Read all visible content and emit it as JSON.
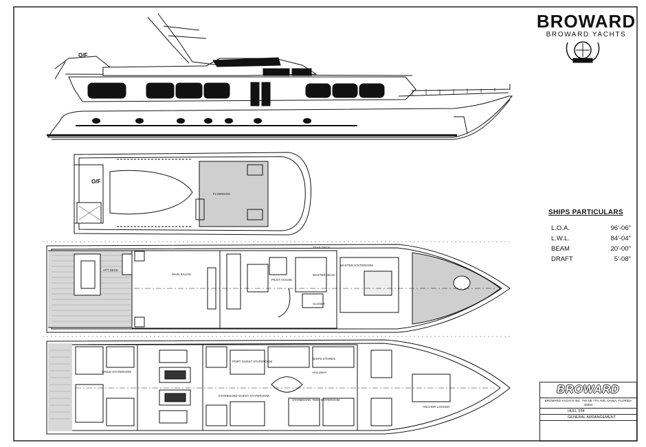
{
  "brand": {
    "title": "BROWARD",
    "subtitle": "BROWARD YACHTS"
  },
  "particulars": {
    "heading": "SHIPS PARTICULARS",
    "rows": [
      {
        "label": "L.O.A.",
        "value": "96'-06\""
      },
      {
        "label": "L.W.L.",
        "value": "84'-04\""
      },
      {
        "label": "BEAM",
        "value": "20'-00\""
      },
      {
        "label": "DRAFT",
        "value": "5'-08\""
      }
    ]
  },
  "title_block": {
    "name": "BROWARD",
    "address": "BROWARD YACHTS INC. 750 NE 7TH AVE. DANIA, FLORIDA 33004",
    "hull": "HULL 554",
    "sheet": "GENERAL ARRANGEMENT"
  },
  "annotations": {
    "of_profile": "O/F",
    "of_flybridge": "O/F",
    "flybridge": "FLYBRIDGE",
    "teak_deck": "TEAK DECK",
    "aft_deck": "AFT DECK",
    "main_salon": "MAIN SALON",
    "pilot_house": "PILOT HOUSE",
    "master_head": "MASTER HEAD",
    "master_stateroom": "MASTER STATEROOM",
    "closet": "CLOSET",
    "crew_stateroom": "CREW STATEROOM",
    "ships_stores": "SHIPS STORES",
    "hallway": "HALLWAY",
    "port_guest": "PORT GUEST STATEROOM",
    "starboard_guest": "STARBOARD GUEST STATEROOM",
    "starboard_twin": "STARBOARD TWIN STATEROOM",
    "anchor_locker": "ANCHOR LOCKER"
  }
}
